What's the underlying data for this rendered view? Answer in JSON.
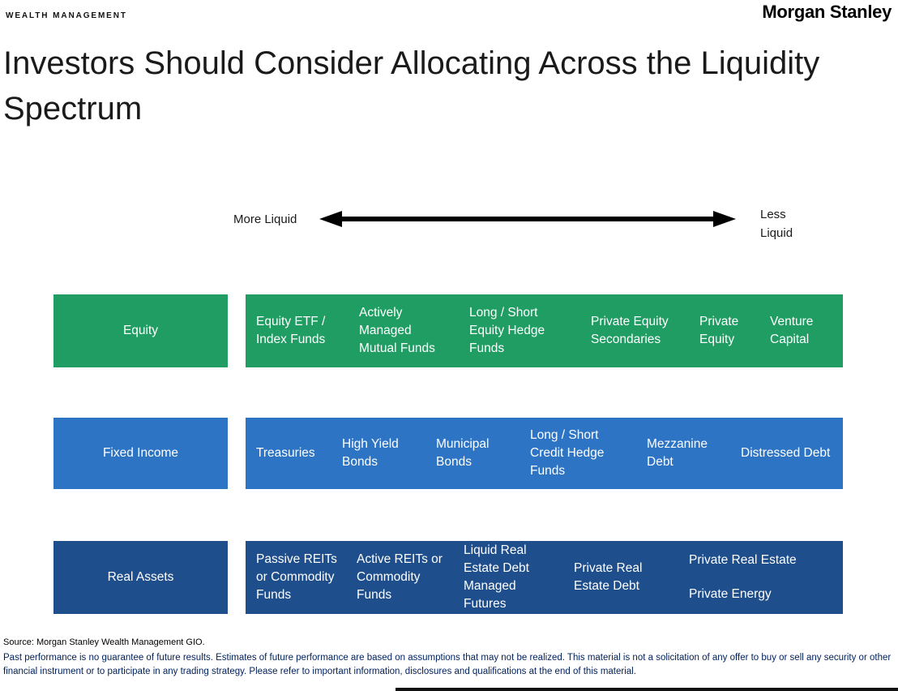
{
  "header": {
    "eyebrow": "WEALTH MANAGEMENT",
    "brand": "Morgan Stanley"
  },
  "title": "Investors Should Consider Allocating Across the Liquidity Spectrum",
  "spectrum": {
    "left_label": "More Liquid",
    "right_label": "Less Liquid",
    "arrow_color": "#000000"
  },
  "rows": [
    {
      "label": "Equity",
      "color": "#1F9D63",
      "items": [
        "Equity ETF / Index Funds",
        "Actively Managed Mutual Funds",
        "Long / Short Equity Hedge Funds",
        "Private Equity Secondaries",
        "Private Equity",
        "Venture Capital"
      ]
    },
    {
      "label": "Fixed Income",
      "color": "#2E74C4",
      "items": [
        "Treasuries",
        "High Yield Bonds",
        "Municipal Bonds",
        "Long / Short Credit Hedge Funds",
        "Mezzanine Debt",
        "Distressed Debt"
      ]
    },
    {
      "label": "Real Assets",
      "color": "#1F4E8C",
      "items": [
        "Passive REITs or Commodity Funds",
        "Active REITs or Commodity Funds",
        "Liquid Real Estate Debt Managed Futures",
        "Private Real Estate Debt"
      ],
      "stacked": [
        "Private Real Estate",
        "Private Energy"
      ]
    }
  ],
  "footer": {
    "source": "Source: Morgan Stanley Wealth Management GIO.",
    "disclaimer": "Past performance is no guarantee of future results. Estimates of future performance are based on assumptions that may not be realized. This material is not a solicitation of any offer to buy or sell any security or other financial instrument or to participate in any trading strategy. Please refer to important information, disclosures and qualifications at the end of this material."
  }
}
